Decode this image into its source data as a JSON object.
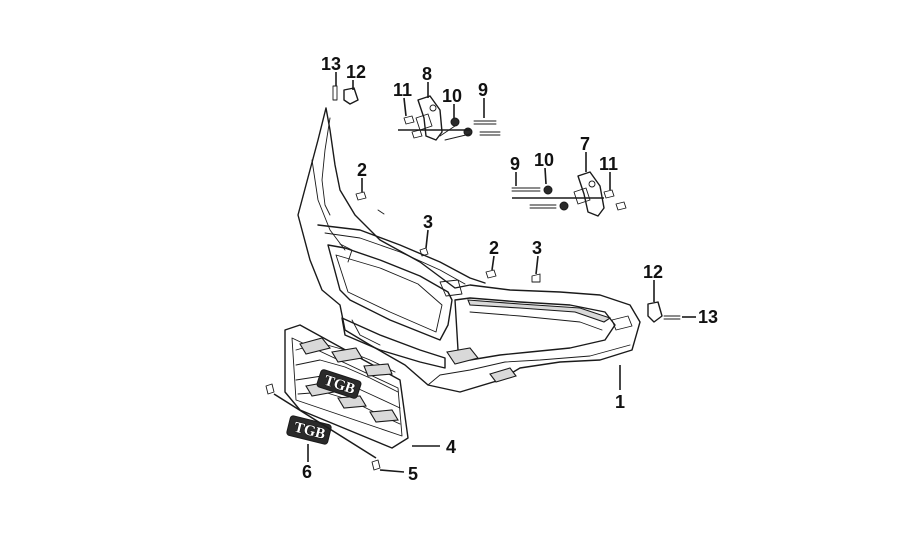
{
  "callouts": [
    {
      "id": "c13a",
      "label": "13"
    },
    {
      "id": "c12a",
      "label": "12"
    },
    {
      "id": "c11a",
      "label": "11"
    },
    {
      "id": "c8",
      "label": "8"
    },
    {
      "id": "c10a",
      "label": "10"
    },
    {
      "id": "c9a",
      "label": "9"
    },
    {
      "id": "c2a",
      "label": "2"
    },
    {
      "id": "c9b",
      "label": "9"
    },
    {
      "id": "c10b",
      "label": "10"
    },
    {
      "id": "c7",
      "label": "7"
    },
    {
      "id": "c11b",
      "label": "11"
    },
    {
      "id": "c3a",
      "label": "3"
    },
    {
      "id": "c2b",
      "label": "2"
    },
    {
      "id": "c3b",
      "label": "3"
    },
    {
      "id": "c12b",
      "label": "12"
    },
    {
      "id": "c13b",
      "label": "13"
    },
    {
      "id": "c1",
      "label": "1"
    },
    {
      "id": "c4",
      "label": "4"
    },
    {
      "id": "c5",
      "label": "5"
    },
    {
      "id": "c6",
      "label": "6"
    }
  ],
  "logo_text": "TGB"
}
